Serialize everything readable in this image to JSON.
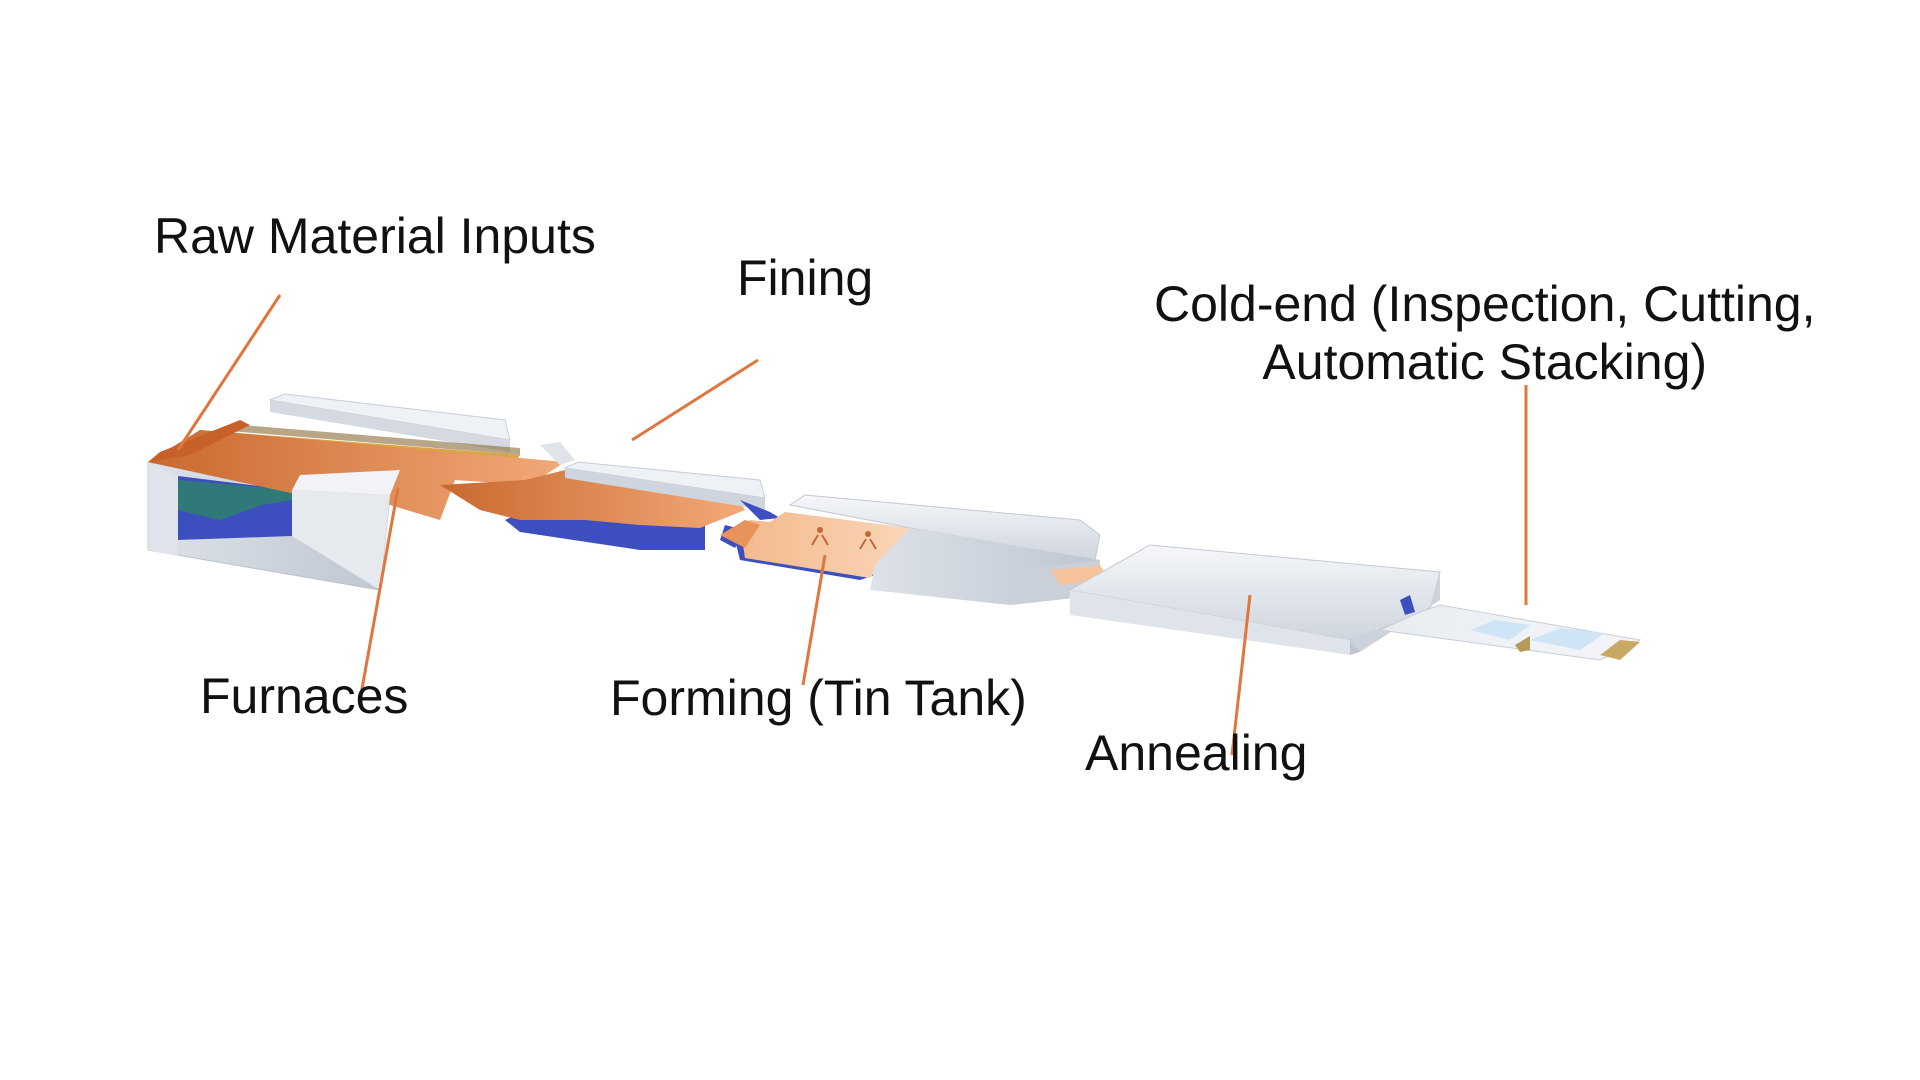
{
  "diagram": {
    "labels": {
      "raw_material_inputs": "Raw Material Inputs",
      "fining": "Fining",
      "cold_end_line1": "Cold-end (Inspection, Cutting,",
      "cold_end_line2": "Automatic Stacking)",
      "furnaces": "Furnaces",
      "forming": "Forming (Tin Tank)",
      "annealing": "Annealing"
    },
    "colors": {
      "glass_melt": "#e8935a",
      "glass_melt_light": "#f6c39c",
      "housing": "#e4e8ee",
      "housing_top": "#f2f4f7",
      "refractory_blue": "#3d4fbf",
      "teal": "#2f7a78",
      "leader_line": "#e0763e",
      "stripe_gold": "#d7a640"
    }
  }
}
